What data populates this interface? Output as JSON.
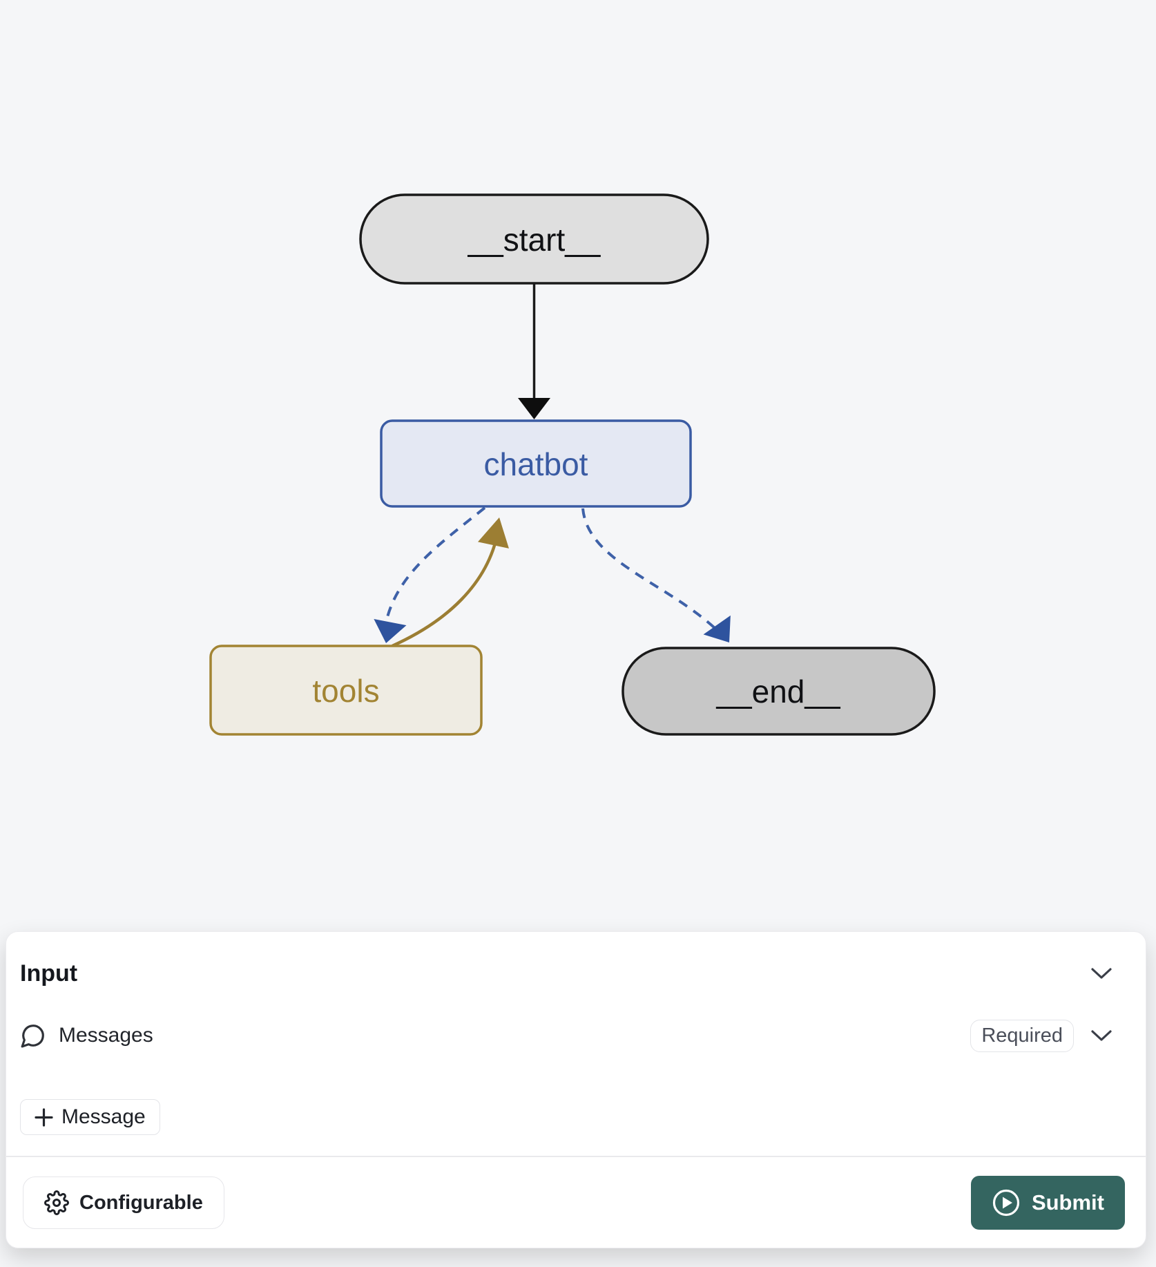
{
  "colors": {
    "page-bg": "#f5f6f8",
    "edge-blue": "#3e61a8",
    "edge-blue-arrow": "#2e539e",
    "edge-gold": "#9c7e33",
    "node-start-fill": "#dfdfdf",
    "node-end-fill": "#c7c7c7",
    "node-dark-border": "#1a1a1a",
    "node-chatbot-fill": "#e4e8f3",
    "node-chatbot-border": "#3a5ba3",
    "node-tools-fill": "#efece3",
    "node-tools-border": "#a28433",
    "submit-bg": "#346560",
    "border-gray": "#e3e4e8"
  },
  "graph": {
    "nodes": [
      {
        "id": "start",
        "label": "__start__"
      },
      {
        "id": "chatbot",
        "label": "chatbot"
      },
      {
        "id": "tools",
        "label": "tools"
      },
      {
        "id": "end",
        "label": "__end__"
      }
    ],
    "edges": [
      {
        "from": "start",
        "to": "chatbot",
        "style": "solid-black"
      },
      {
        "from": "chatbot",
        "to": "tools",
        "style": "dashed-blue"
      },
      {
        "from": "tools",
        "to": "chatbot",
        "style": "solid-gold"
      },
      {
        "from": "chatbot",
        "to": "end",
        "style": "dashed-blue"
      }
    ]
  },
  "input_panel": {
    "title": "Input",
    "messages": {
      "label": "Messages",
      "badge": "Required",
      "icon": "speech-bubble-icon"
    },
    "add_message": {
      "label": "Message",
      "icon": "plus-icon"
    },
    "configurable": {
      "label": "Configurable",
      "icon": "gear-icon"
    },
    "submit": {
      "label": "Submit",
      "icon": "play-circle-icon"
    }
  }
}
